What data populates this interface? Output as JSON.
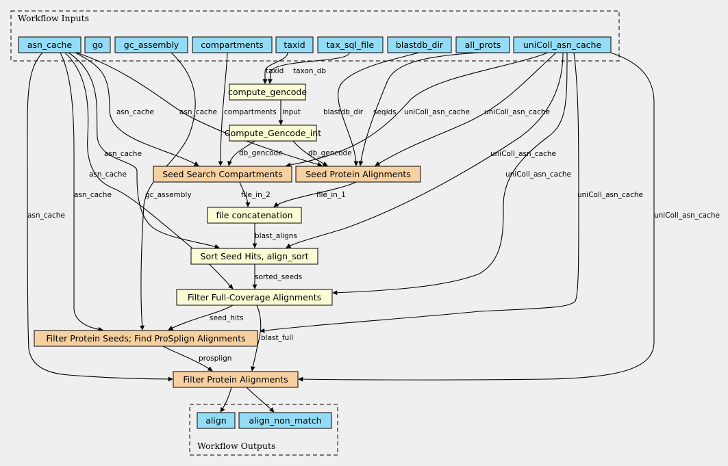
{
  "colors": {
    "input": "#94dcf5",
    "step": "#fbfbd4",
    "tool": "#f6d0a0",
    "background": "#efefef"
  },
  "clusters": [
    {
      "id": "inputs",
      "label": "Workflow Inputs"
    },
    {
      "id": "outputs",
      "label": "Workflow Outputs"
    }
  ],
  "nodes": [
    {
      "id": "asn_cache",
      "label": "asn_cache",
      "kind": "input"
    },
    {
      "id": "go",
      "label": "go",
      "kind": "input"
    },
    {
      "id": "gc_assembly",
      "label": "gc_assembly",
      "kind": "input"
    },
    {
      "id": "compartments",
      "label": "compartments",
      "kind": "input"
    },
    {
      "id": "taxid",
      "label": "taxid",
      "kind": "input"
    },
    {
      "id": "tax_sql_file",
      "label": "tax_sql_file",
      "kind": "input"
    },
    {
      "id": "blastdb_dir",
      "label": "blastdb_dir",
      "kind": "input"
    },
    {
      "id": "all_prots",
      "label": "all_prots",
      "kind": "input"
    },
    {
      "id": "uniColl_asn_cache",
      "label": "uniColl_asn_cache",
      "kind": "input"
    },
    {
      "id": "compute_gencode",
      "label": "compute_gencode",
      "kind": "step"
    },
    {
      "id": "compute_gencode_int",
      "label": "Compute_Gencode_int",
      "kind": "step"
    },
    {
      "id": "seed_search",
      "label": "Seed Search Compartments",
      "kind": "tool"
    },
    {
      "id": "seed_protein",
      "label": "Seed Protein Alignments",
      "kind": "tool"
    },
    {
      "id": "file_concat",
      "label": "file concatenation",
      "kind": "step"
    },
    {
      "id": "sort_seed",
      "label": "Sort Seed Hits, align_sort",
      "kind": "step"
    },
    {
      "id": "filter_full",
      "label": "Filter Full-Coverage Alignments",
      "kind": "step"
    },
    {
      "id": "filter_seeds",
      "label": "Filter Protein Seeds; Find ProSplign Alignments",
      "kind": "tool"
    },
    {
      "id": "filter_prot",
      "label": "Filter Protein Alignments",
      "kind": "tool"
    },
    {
      "id": "align",
      "label": "align",
      "kind": "input"
    },
    {
      "id": "align_non_match",
      "label": "align_non_match",
      "kind": "input"
    }
  ],
  "edges": [
    {
      "id": "e1",
      "label": "taxid"
    },
    {
      "id": "e2",
      "label": "taxon_db"
    },
    {
      "id": "e3",
      "label": "input"
    },
    {
      "id": "e4",
      "label": "asn_cache"
    },
    {
      "id": "e5",
      "label": "compartments"
    },
    {
      "id": "e6",
      "label": "db_gencode"
    },
    {
      "id": "e7",
      "label": "uniColl_asn_cache"
    },
    {
      "id": "e8",
      "label": "asn_cache"
    },
    {
      "id": "e9",
      "label": "blastdb_dir"
    },
    {
      "id": "e10",
      "label": "seqids"
    },
    {
      "id": "e11",
      "label": "db_gencode"
    },
    {
      "id": "e12",
      "label": "uniColl_asn_cache"
    },
    {
      "id": "e13",
      "label": "file_in_2"
    },
    {
      "id": "e14",
      "label": "file_in_1"
    },
    {
      "id": "e15",
      "label": "asn_cache"
    },
    {
      "id": "e16",
      "label": "blast_aligns"
    },
    {
      "id": "e17",
      "label": "uniColl_asn_cache"
    },
    {
      "id": "e18",
      "label": "asn_cache"
    },
    {
      "id": "e19",
      "label": "sorted_seeds"
    },
    {
      "id": "e20",
      "label": "uniColl_asn_cache"
    },
    {
      "id": "e21",
      "label": "asn_cache"
    },
    {
      "id": "e22",
      "label": "gc_assembly"
    },
    {
      "id": "e23",
      "label": "seed_hits"
    },
    {
      "id": "e24",
      "label": "uniColl_asn_cache"
    },
    {
      "id": "e25",
      "label": "asn_cache"
    },
    {
      "id": "e26",
      "label": "prosplign"
    },
    {
      "id": "e27",
      "label": "blast_full"
    },
    {
      "id": "e28",
      "label": "uniColl_asn_cache"
    },
    {
      "id": "e29",
      "label": ""
    },
    {
      "id": "e30",
      "label": ""
    }
  ]
}
